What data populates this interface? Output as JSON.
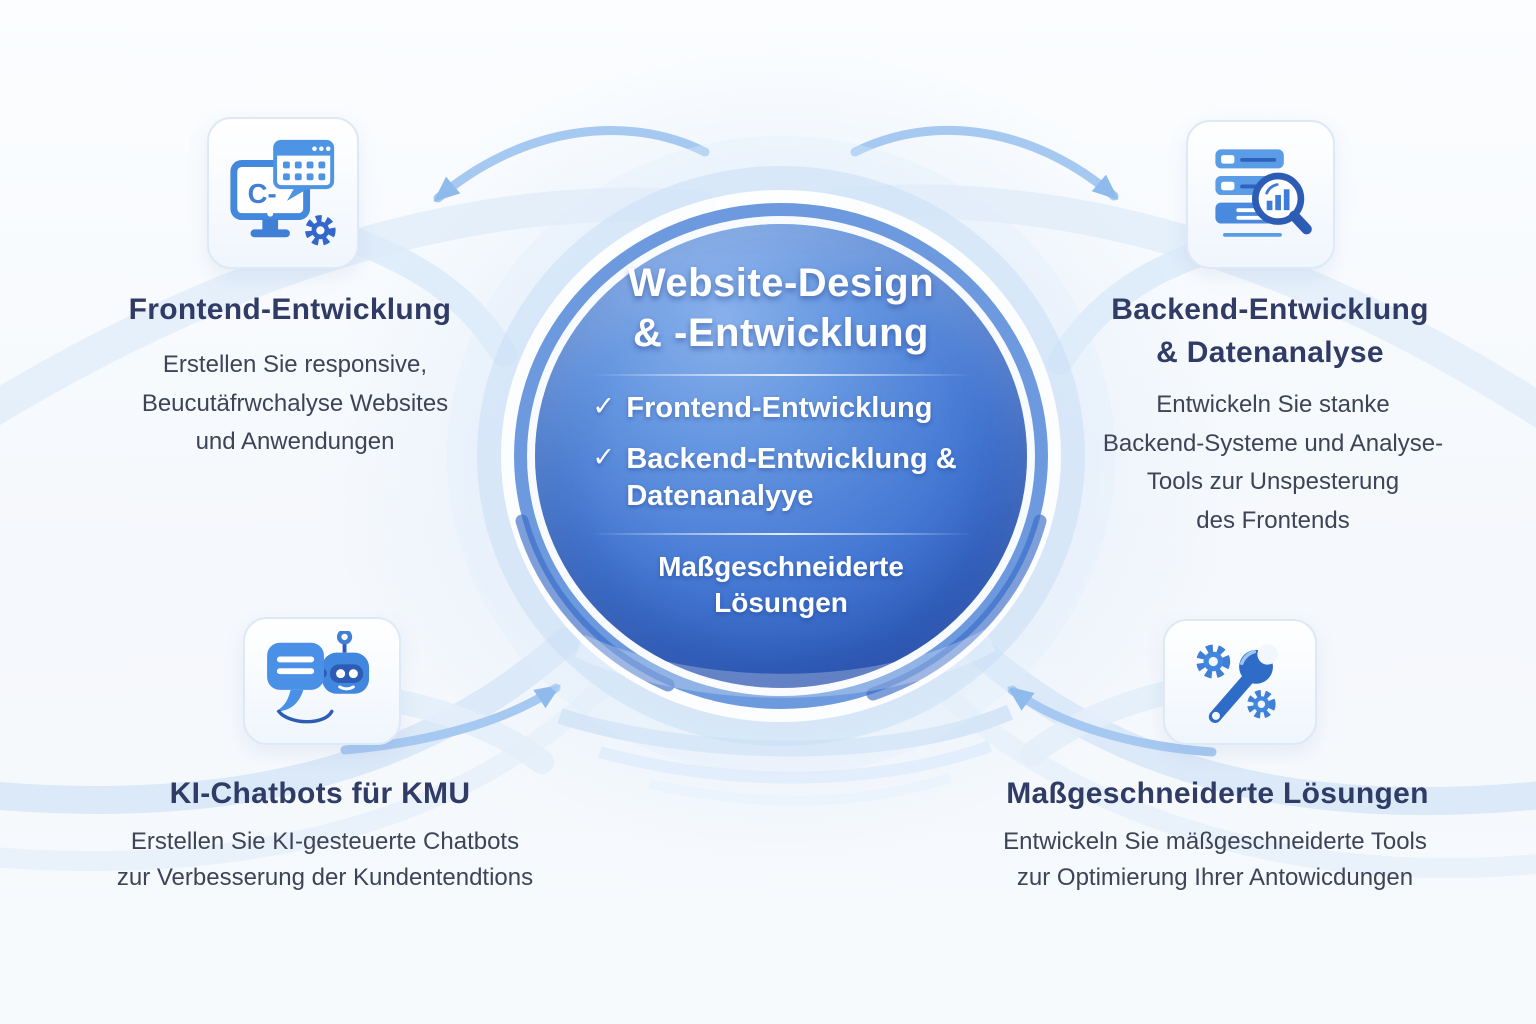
{
  "colors": {
    "accent_blue": "#3f7bd8",
    "deep_blue": "#2d5cb4",
    "circle_blue_top": "#88b1eb",
    "circle_blue_bottom": "#2c55b4",
    "ring_blue": "#6d9ade",
    "halo_blue": "#c6ddf6",
    "arrow_blue": "#a6c9f1",
    "heading_navy": "#303c66",
    "body_text": "#3d4457"
  },
  "center": {
    "title_line1": "Website-Design",
    "title_line2": "& -Entwicklung",
    "check_glyph": "✓",
    "items": [
      {
        "text": "Frontend-Entwicklung"
      },
      {
        "text": "Backend-Entwicklung &",
        "text2": "Datenanalyye"
      }
    ],
    "footer_line1": "Maßgeschneiderte",
    "footer_line2": "Lösungen"
  },
  "nodes": {
    "frontend": {
      "title": "Frontend-Entwicklung",
      "icon_text": "C-",
      "lines": [
        "Erstellen Sie responsive,",
        "Beucutäfrwchalyse Websites",
        "und Anwendungen"
      ]
    },
    "backend": {
      "title_line1": "Backend-Entwicklung",
      "title_line2": "& Datenanalyse",
      "lines": [
        "Entwickeln Sie stanke",
        "Backend-Systeme und Analyse-",
        "Tools zur Unspesterung",
        "des Frontends"
      ]
    },
    "chatbots": {
      "title": "KI-Chatbots für KMU",
      "lines": [
        "Erstellen Sie KI-gesteuerte Chatbots",
        "zur Verbesserung der Kundentendtions"
      ]
    },
    "custom": {
      "title": "Maßgeschneiderte Lösungen",
      "lines": [
        "Entwickeln Sie mäßgeschneiderte Tools",
        "zur Optimierung Ihrer Antowicdungen"
      ]
    }
  }
}
